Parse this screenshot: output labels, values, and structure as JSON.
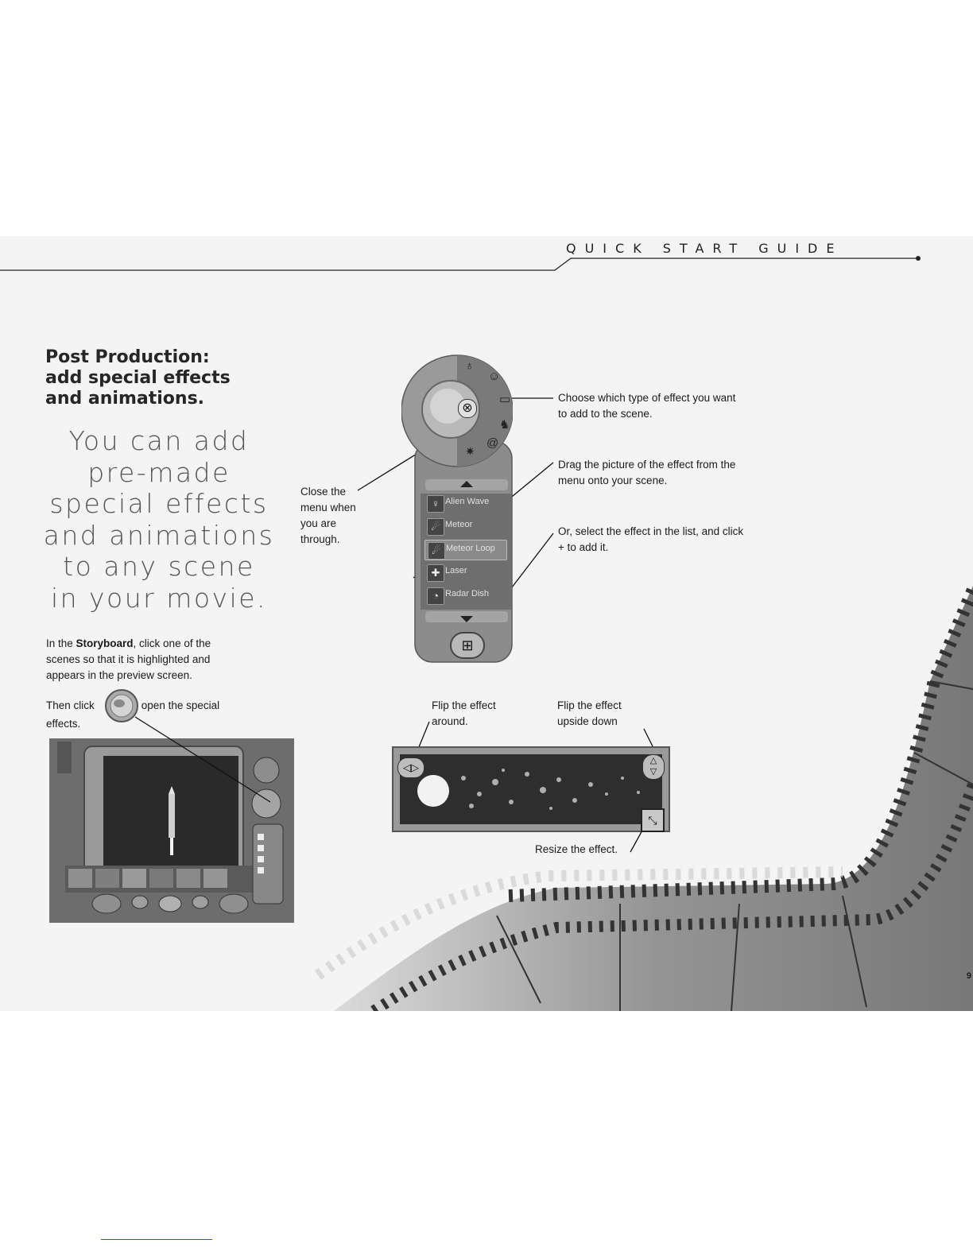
{
  "header": {
    "title": "QUICK START GUIDE"
  },
  "heading": {
    "line1": "Post Production:",
    "line2": "add special effects",
    "line3": "and animations."
  },
  "intro": {
    "line1": "You can add",
    "line2": "pre-made",
    "line3": "special effects",
    "line4": "and animations",
    "line5": "to any scene",
    "line6": "in your movie."
  },
  "steps": {
    "step1_prefix": "In the ",
    "step1_bold": "Storyboard",
    "step1_rest": ", click one of the",
    "step1_line2": "scenes so that it is highlighted and",
    "step1_line3": "appears in the preview screen.",
    "step2_prefix": "Then click",
    "step2_rest": "to open the special",
    "step2_line2": "effects."
  },
  "callouts": {
    "close_menu_line1": "Close the",
    "close_menu_line2": "menu when",
    "close_menu_line3": "you are",
    "close_menu_line4": "through.",
    "choose_type_line1": "Choose which type of effect you want",
    "choose_type_line2": "to add to the scene.",
    "drag_line1": "Drag the picture of the effect from the",
    "drag_line2": "menu onto your scene.",
    "select_line1": "Or, select the effect in the list, and click",
    "select_line2": "+ to add it.",
    "flip_around_line1": "Flip the effect",
    "flip_around_line2": "around.",
    "flip_upside_line1": "Flip the effect",
    "flip_upside_line2": "upside down",
    "resize": "Resize the effect."
  },
  "effects_menu": {
    "items": [
      {
        "label": "Alien Wave",
        "icon": "alien-icon"
      },
      {
        "label": "Meteor",
        "icon": "meteor-icon"
      },
      {
        "label": "Meteor Loop",
        "icon": "meteor-loop-icon",
        "selected": true
      },
      {
        "label": "Laser",
        "icon": "laser-icon"
      },
      {
        "label": "Radar Dish",
        "icon": "radar-dish-icon"
      }
    ],
    "add_button": "⊞"
  },
  "page_number": "9",
  "colors": {
    "page_bg": "#f4f4f4",
    "device_gray": "#8c8c8c",
    "film_gray": "#8a8a8a"
  }
}
